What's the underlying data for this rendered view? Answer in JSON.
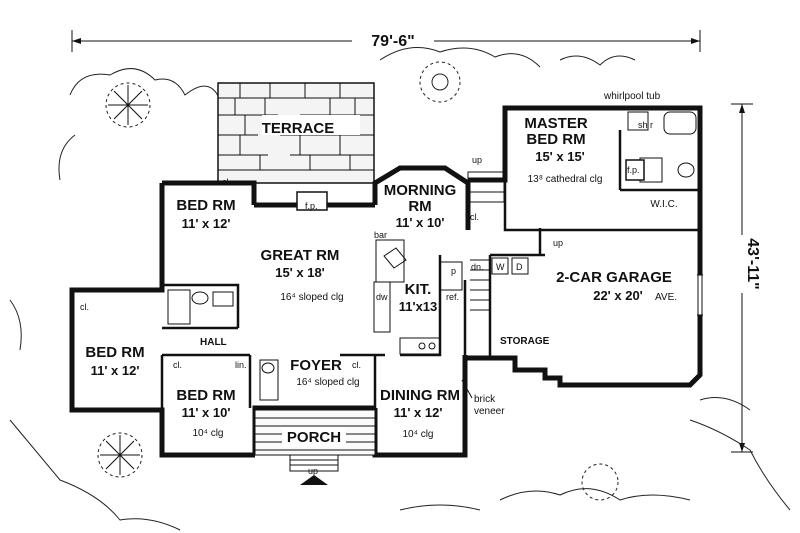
{
  "overall_width": "79'-6\"",
  "overall_depth": "43'-11\"",
  "rooms": {
    "terrace": "TERRACE",
    "master_title_1": "MASTER",
    "master_title_2": "BED RM",
    "master_dim": "15' x 15'",
    "master_note": "13⁸ cathedral clg",
    "whirlpool": "whirlpool tub",
    "shower": "sh r",
    "wic": "W.I.C.",
    "morning_title_1": "MORNING",
    "morning_title_2": "RM",
    "morning_dim": "11' x 10'",
    "bed1_title": "BED RM",
    "bed1_dim": "11' x 12'",
    "great_title": "GREAT RM",
    "great_dim": "15' x 18'",
    "great_note": "16⁴ sloped clg",
    "kit_title": "KIT.",
    "kit_dim": "11'x13",
    "garage_title": "2-CAR GARAGE",
    "garage_dim": "22' x 20'",
    "garage_ave": "AVE.",
    "storage": "STORAGE",
    "bed2_title": "BED RM",
    "bed2_dim": "11' x 12'",
    "hall": "HALL",
    "bed3_title": "BED RM",
    "bed3_dim": "11' x 10'",
    "bed3_note": "10⁴ clg",
    "foyer_title": "FOYER",
    "foyer_note": "16⁴ sloped clg",
    "dining_title": "DINING RM",
    "dining_dim": "11' x 12'",
    "dining_note": "10⁴ clg",
    "porch": "PORCH",
    "brick_1": "brick",
    "brick_2": "veneer"
  },
  "tags": {
    "cl": "cl.",
    "fp": "f.p.",
    "up": "up",
    "dn": "dn.",
    "bar": "bar",
    "dw": "dw",
    "ref": "ref.",
    "p": "p",
    "w": "W",
    "d": "D",
    "lin": "lin."
  }
}
